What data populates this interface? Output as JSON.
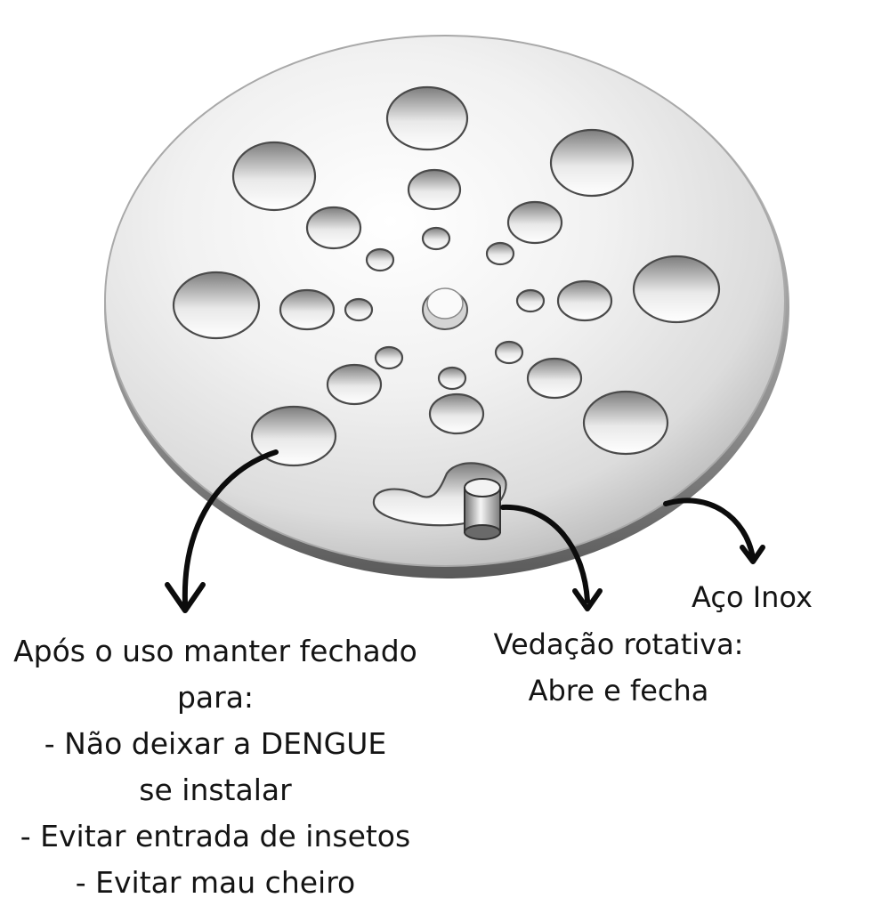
{
  "product": {
    "name": "stainless-steel-round-drain-grate-with-rotating-seal"
  },
  "colors": {
    "background": "#ffffff",
    "text": "#141414",
    "arrow": "#0c0c0c",
    "steel_light": "#f4f4f4",
    "steel_dark": "#9a9a9a"
  },
  "annotations": {
    "steel": {
      "lines": [
        "Aço Inox"
      ]
    },
    "seal": {
      "lines": [
        "Vedação rotativa:",
        "Abre e fecha"
      ]
    },
    "usage": {
      "lines": [
        "Após o uso manter fechado",
        "para:",
        "- Não deixar a DENGUE",
        "se instalar",
        "- Evitar entrada de insetos",
        "- Evitar mau cheiro"
      ]
    }
  }
}
